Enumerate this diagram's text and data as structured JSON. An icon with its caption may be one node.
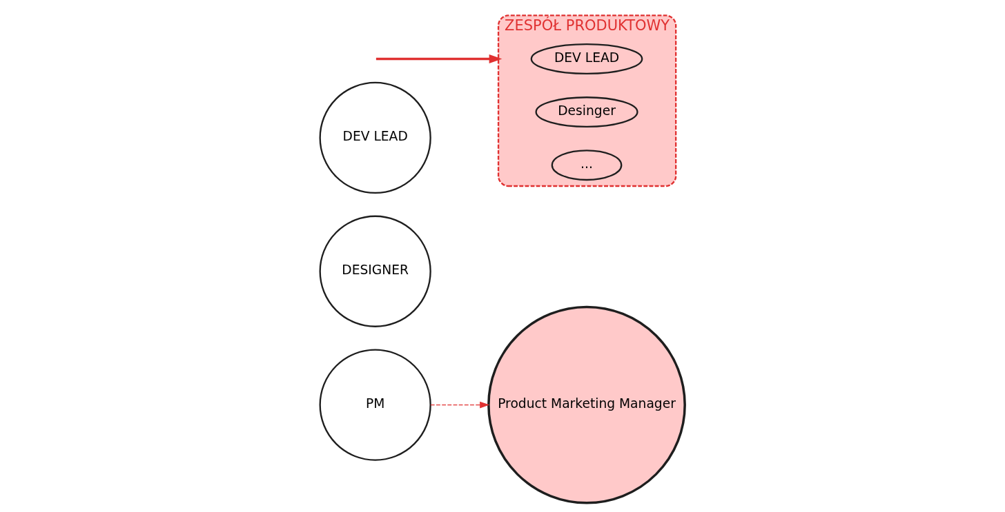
{
  "diagram": {
    "nodes": [
      {
        "text": [
          "PM"
        ]
      },
      {
        "text": [
          "DESIGNER"
        ]
      },
      {
        "text": [
          "DEV LEAD"
        ]
      },
      {
        "text": [
          "Product Marketing Manager"
        ]
      },
      {
        "text": [
          "ZESPÓŁ PRODUKTOWY"
        ]
      },
      {
        "text": [
          "DEV LEAD"
        ],
        "in": 4
      },
      {
        "text": [
          "Desinger"
        ],
        "in": 4
      },
      {
        "text": [
          "..."
        ],
        "in": 4
      }
    ],
    "edges": [
      {
        "from": 0,
        "to": 3,
        "arrow": "to",
        "style": "dashed",
        "color": "#e03131"
      },
      {
        "from": null,
        "to": 4,
        "arrow": "to",
        "style": "thick",
        "color": "#e03131"
      }
    ]
  }
}
